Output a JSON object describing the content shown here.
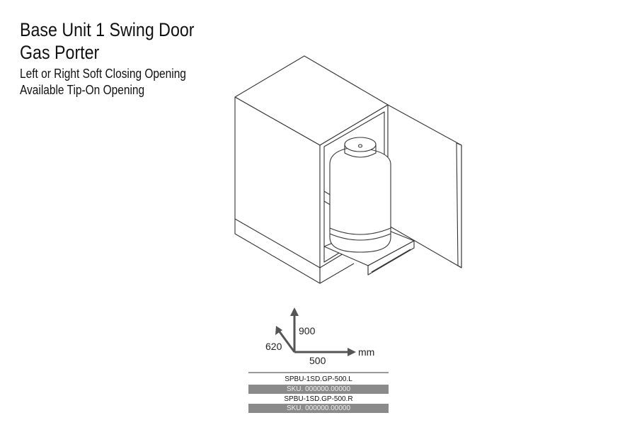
{
  "header": {
    "title_line1": "Base Unit 1 Swing Door",
    "title_line2": "Gas Porter",
    "subtitle_line1": "Left or Right Soft Closing Opening",
    "subtitle_line2": "Available Tip-On Opening"
  },
  "dimensions": {
    "height": "900",
    "depth": "620",
    "width": "500",
    "unit": "mm"
  },
  "variants": [
    {
      "code": "SPBU-1SD.GP-500.L",
      "sku": "SKU. 000000.00000"
    },
    {
      "code": "SPBU-1SD.GP-500.R",
      "sku": "SKU. 000000.00000"
    }
  ]
}
